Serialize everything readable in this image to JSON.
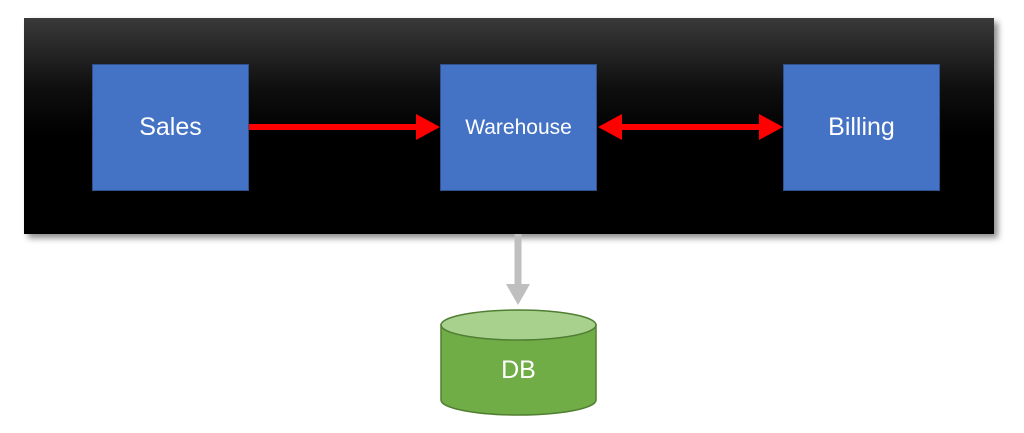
{
  "nodes": {
    "sales": {
      "label": "Sales"
    },
    "warehouse": {
      "label": "Warehouse"
    },
    "billing": {
      "label": "Billing"
    },
    "db": {
      "label": "DB"
    }
  },
  "edges": [
    {
      "from": "Sales",
      "to": "Warehouse",
      "direction": "one-way",
      "color": "#ff0000"
    },
    {
      "from": "Warehouse",
      "to": "Billing",
      "direction": "two-way",
      "color": "#ff0000"
    },
    {
      "from": "Warehouse",
      "to": "DB",
      "direction": "one-way",
      "color": "#bfbfbf"
    }
  ],
  "colors": {
    "band": "#000000",
    "box_fill": "#4472c4",
    "box_border": "#2f528f",
    "db_fill": "#70ad47",
    "db_top": "#a9d18e",
    "db_border": "#507e32",
    "arrow_red": "#ff0000",
    "arrow_gray": "#bfbfbf"
  }
}
